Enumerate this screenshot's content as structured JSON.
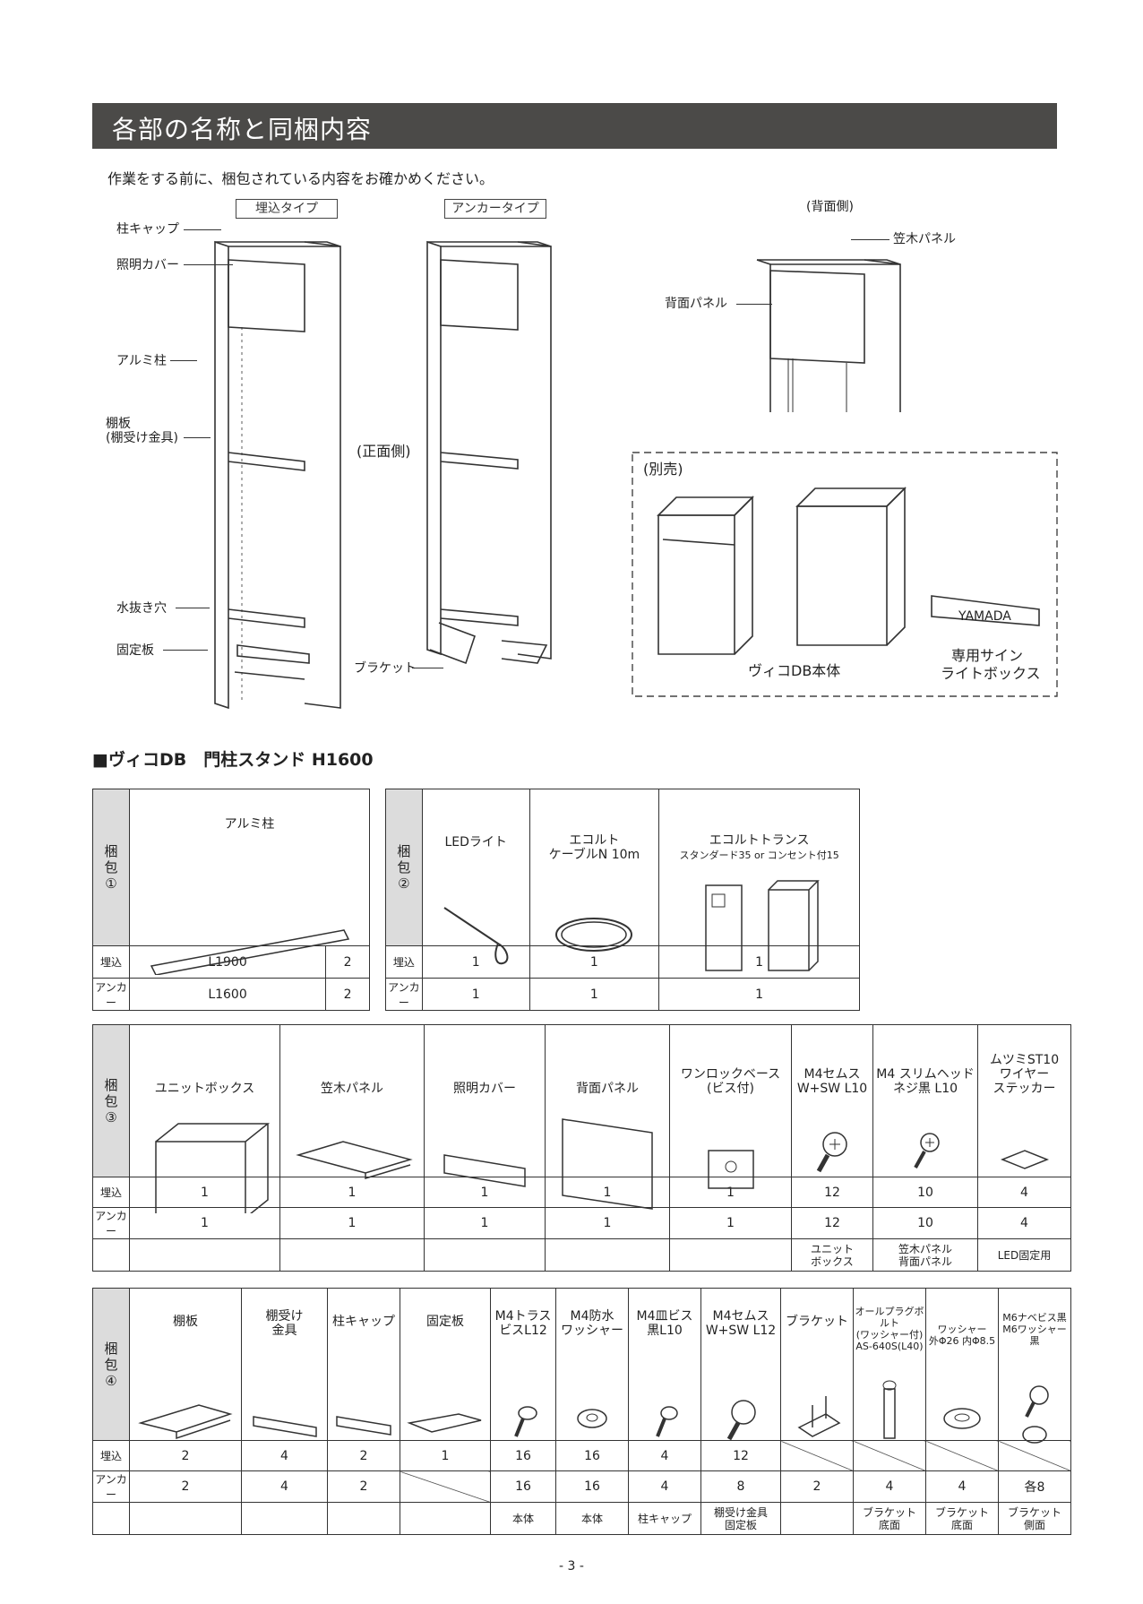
{
  "header": {
    "title": "各部の名称と同梱内容",
    "intro": "作業をする前に、梱包されている内容をお確かめください。"
  },
  "diagram": {
    "tag_embed": "埋込タイプ",
    "tag_anchor": "アンカータイプ",
    "labels": {
      "cap": "柱キャップ",
      "cover": "照明カバー",
      "pillar": "アルミ柱",
      "shelf": "棚板",
      "shelf2": "(棚受け金具)",
      "drain": "水抜き穴",
      "fixplate": "固定板",
      "front": "(正面側)",
      "bracket": "ブラケット",
      "back": "(背面側)",
      "kasagi": "笠木パネル",
      "backpanel": "背面パネル"
    },
    "sold": {
      "title": "(別売)",
      "body": "ヴィコDB本体",
      "sign1": "専用サイン",
      "sign2": "ライトボックス",
      "sign_text": "YAMADA"
    }
  },
  "section_heading": "■ヴィコDB　門柱スタンド H1600",
  "rows": {
    "embed": "埋込",
    "anchor": "アンカー"
  },
  "pack1": {
    "label": [
      "梱",
      "包",
      "①"
    ],
    "item": "アルミ柱",
    "embed": [
      "L1900",
      "2"
    ],
    "anchor": [
      "L1600",
      "2"
    ]
  },
  "pack2": {
    "label": [
      "梱",
      "包",
      "②"
    ],
    "items": [
      {
        "name": "LEDライト",
        "embed": "1",
        "anchor": "1"
      },
      {
        "name1": "エコルト",
        "name2": "ケーブルN 10m",
        "embed": "1",
        "anchor": "1"
      },
      {
        "name1": "エコルトトランス",
        "name2": "スタンダード35 or コンセント付15",
        "embed": "1",
        "anchor": "1"
      }
    ]
  },
  "pack3": {
    "label": [
      "梱",
      "包",
      "③"
    ],
    "items": [
      {
        "n1": "ユニットボックス",
        "n2": "",
        "embed": "1",
        "anchor": "1",
        "note1": "",
        "note2": ""
      },
      {
        "n1": "笠木パネル",
        "n2": "",
        "embed": "1",
        "anchor": "1",
        "note1": "",
        "note2": ""
      },
      {
        "n1": "照明カバー",
        "n2": "",
        "embed": "1",
        "anchor": "1",
        "note1": "",
        "note2": ""
      },
      {
        "n1": "背面パネル",
        "n2": "",
        "embed": "1",
        "anchor": "1",
        "note1": "",
        "note2": ""
      },
      {
        "n1": "ワンロックベース",
        "n2": "(ビス付)",
        "embed": "1",
        "anchor": "1",
        "note1": "",
        "note2": ""
      },
      {
        "n1": "M4セムス",
        "n2": "W+SW L10",
        "embed": "12",
        "anchor": "12",
        "note1": "ユニット",
        "note2": "ボックス"
      },
      {
        "n1": "M4 スリムヘッド",
        "n2": "ネジ黒 L10",
        "embed": "10",
        "anchor": "10",
        "note1": "笠木パネル",
        "note2": "背面パネル"
      },
      {
        "n1": "ムツミST10",
        "n2": "ワイヤー",
        "n3": "ステッカー",
        "embed": "4",
        "anchor": "4",
        "note1": "LED固定用",
        "note2": ""
      }
    ]
  },
  "pack4": {
    "label": [
      "梱",
      "包",
      "④"
    ],
    "items": [
      {
        "n1": "棚板",
        "n2": "",
        "embed": "2",
        "anchor": "2",
        "note1": "",
        "note2": ""
      },
      {
        "n1": "棚受け",
        "n2": "金具",
        "embed": "4",
        "anchor": "4",
        "note1": "",
        "note2": ""
      },
      {
        "n1": "柱キャップ",
        "n2": "",
        "embed": "2",
        "anchor": "2",
        "note1": "",
        "note2": ""
      },
      {
        "n1": "固定板",
        "n2": "",
        "embed": "1",
        "anchor": "",
        "note1": "",
        "note2": ""
      },
      {
        "n1": "M4トラス",
        "n2": "ビスL12",
        "embed": "16",
        "anchor": "16",
        "note1": "本体",
        "note2": ""
      },
      {
        "n1": "M4防水",
        "n2": "ワッシャー",
        "embed": "16",
        "anchor": "16",
        "note1": "本体",
        "note2": ""
      },
      {
        "n1": "M4皿ビス",
        "n2": "黒L10",
        "embed": "4",
        "anchor": "4",
        "note1": "柱キャップ",
        "note2": ""
      },
      {
        "n1": "M4セムス",
        "n2": "W+SW L12",
        "embed": "12",
        "anchor": "8",
        "note1": "棚受け金具",
        "note2": "固定板"
      },
      {
        "n1": "ブラケット",
        "n2": "",
        "embed": "",
        "anchor": "2",
        "note1": "",
        "note2": ""
      },
      {
        "n1": "オールプラグボルト",
        "n2": "(ワッシャー付)",
        "n3": "AS-640S(L40)",
        "embed": "",
        "anchor": "4",
        "note1": "ブラケット",
        "note2": "底面"
      },
      {
        "n1": "ワッシャー",
        "n2": "外Φ26 内Φ8.5",
        "embed": "",
        "anchor": "4",
        "note1": "ブラケット",
        "note2": "底面"
      },
      {
        "n1": "M6ナベビス黒",
        "n2": "M6ワッシャー黒",
        "embed": "",
        "anchor": "各8",
        "note1": "ブラケット",
        "note2": "側面"
      }
    ]
  },
  "footer": {
    "page": "- 3 -"
  }
}
